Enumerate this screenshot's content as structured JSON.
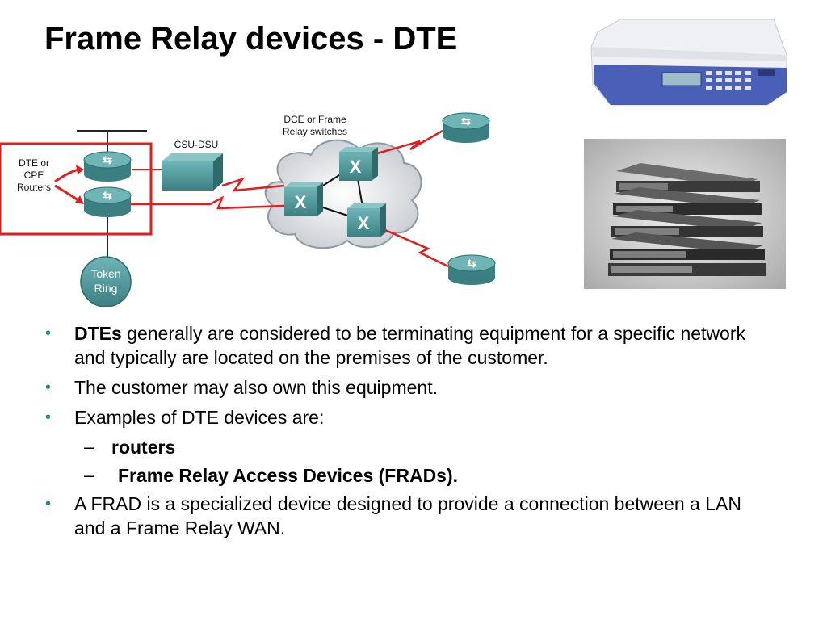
{
  "title": "Frame Relay devices - DTE",
  "diagram": {
    "dce_label_line1": "DCE or Frame",
    "dce_label_line2": "Relay switches",
    "csu_label": "CSU-DSU",
    "dte_label_line1": "DTE or",
    "dte_label_line2": "CPE",
    "dte_label_line3": "Routers",
    "token_line1": "Token",
    "token_line2": "Ring",
    "highlight_color": "#e11d1d",
    "device_color": "#4f9a9c"
  },
  "bullets": [
    {
      "bold": "DTEs",
      "text": " generally are considered to be terminating equipment for a specific network and typically are located on the premises of the customer."
    },
    {
      "text": "The customer may also own this equipment."
    },
    {
      "text": "Examples of DTE devices are:"
    }
  ],
  "subbullets": [
    {
      "bold": "routers"
    },
    {
      "bold": "Frame Relay Access Devices (FRADs)."
    }
  ],
  "bullet_last": {
    "text": "A FRAD is a specialized device designed to provide a connection between a LAN and a Frame Relay WAN."
  },
  "markers": {
    "bullet": "•",
    "dash": "–"
  }
}
